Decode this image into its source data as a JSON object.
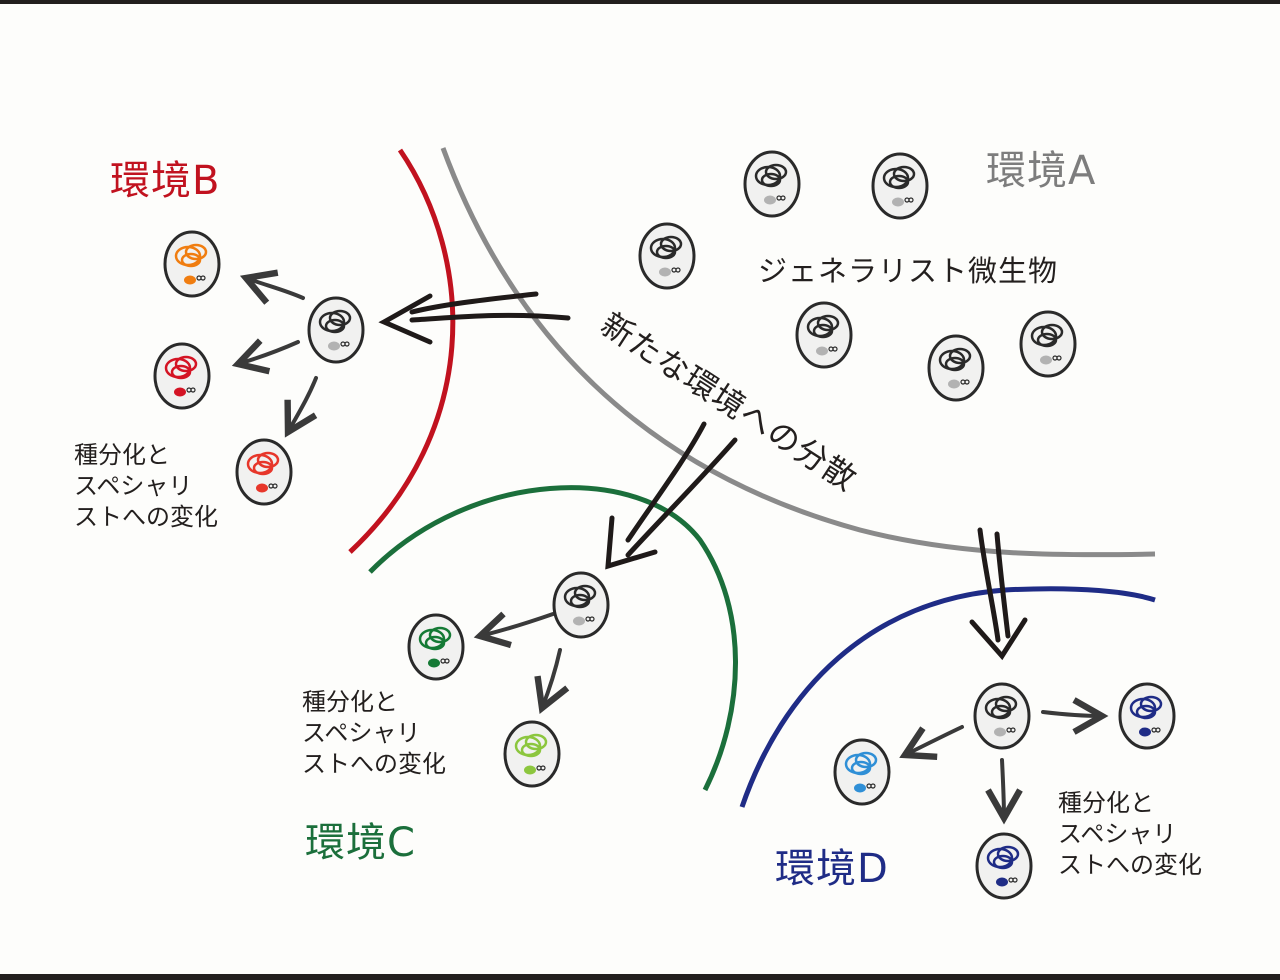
{
  "environments": {
    "A": {
      "label": "環境A",
      "color": "#7d7d7d"
    },
    "B": {
      "label": "環境B",
      "color": "#c1121f"
    },
    "C": {
      "label": "環境C",
      "color": "#1b6f3b"
    },
    "D": {
      "label": "環境D",
      "color": "#1f2c86"
    }
  },
  "generalist_label": "ジェネラリスト微生物",
  "dispersal_label": "新たな環境への分散",
  "speciation_note": "種分化と\nスペシャリ\nストへの変化",
  "cell_colors": {
    "generalist": "#2a2a2a",
    "orange": "#f07d10",
    "red": "#d41424",
    "red_orange": "#e7362a",
    "green": "#157a35",
    "lime": "#8cc63e",
    "sky": "#2f8fd6",
    "navy": "#1f2c86"
  }
}
